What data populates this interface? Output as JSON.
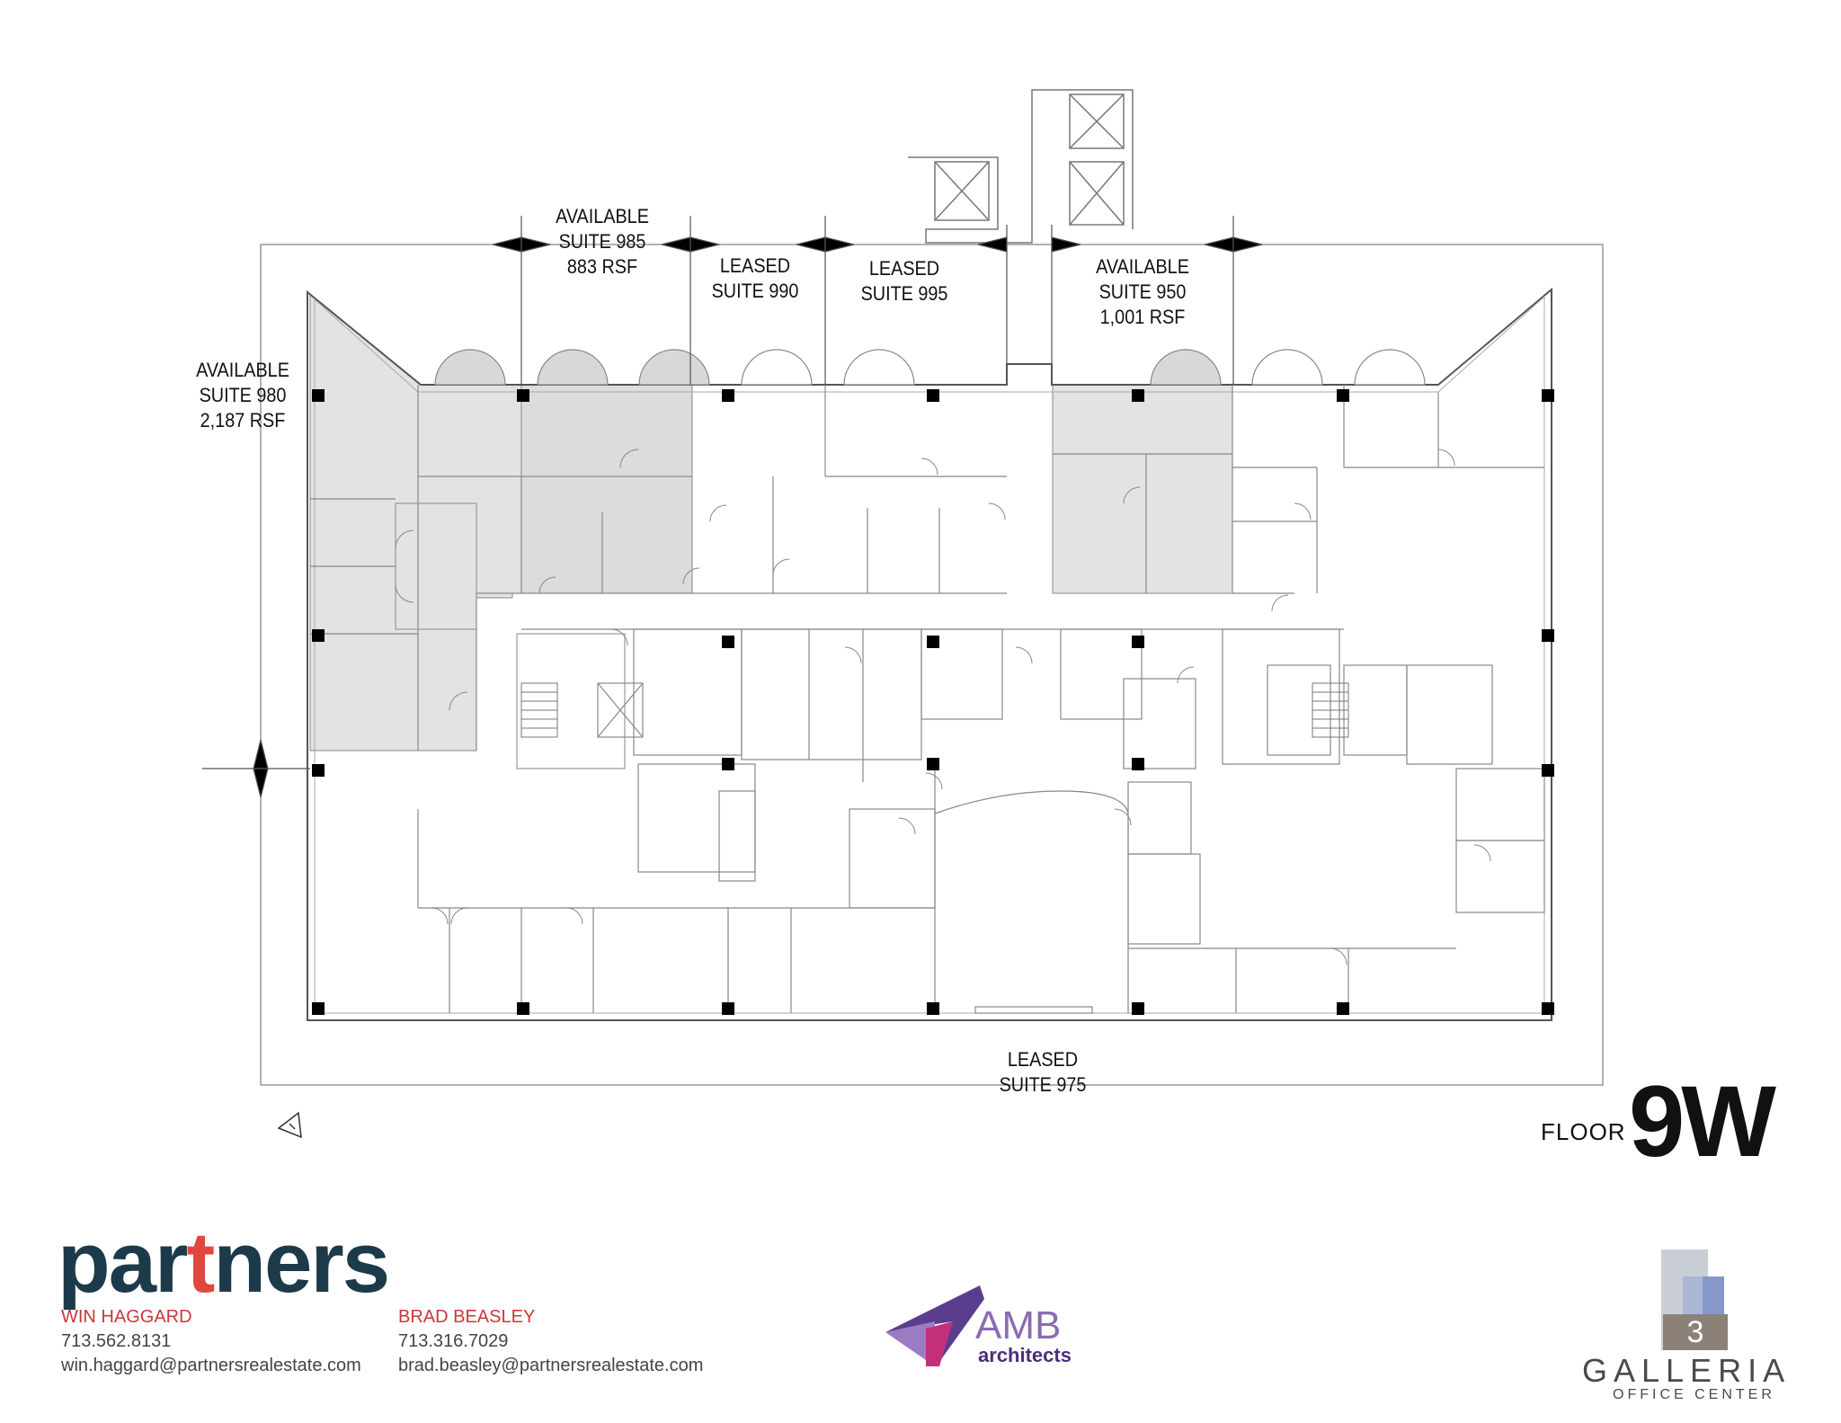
{
  "suites": {
    "s980": {
      "status": "AVAILABLE",
      "suite": "SUITE 980",
      "area": "2,187 RSF"
    },
    "s985": {
      "status": "AVAILABLE",
      "suite": "SUITE 985",
      "area": "883 RSF"
    },
    "s990": {
      "status": "LEASED",
      "suite": "SUITE 990"
    },
    "s995": {
      "status": "LEASED",
      "suite": "SUITE 995"
    },
    "s950": {
      "status": "AVAILABLE",
      "suite": "SUITE 950",
      "area": "1,001 RSF"
    },
    "s975": {
      "status": "LEASED",
      "suite": "SUITE 975"
    }
  },
  "floor": {
    "word": "FLOOR",
    "number": "9W"
  },
  "brokerage": {
    "logo_pre": "par",
    "logo_accent": "t",
    "logo_post": "ners",
    "agents": [
      {
        "name": "WIN HAGGARD",
        "phone": "713.562.8131",
        "email": "win.haggard@partnersrealestate.com"
      },
      {
        "name": "BRAD BEASLEY",
        "phone": "713.316.7029",
        "email": "brad.beasley@partnersrealestate.com"
      }
    ]
  },
  "architect": {
    "name": "AMB",
    "sub": "architects"
  },
  "building": {
    "number": "3",
    "name": "GALLERIA",
    "sub": "OFFICE CENTER"
  },
  "colors": {
    "available_fill": "#e3e3e3",
    "column": "#000000",
    "brand": "#1d3a4a",
    "agent_name": "#c8383b",
    "amb_purple": "#8b6bb1"
  }
}
